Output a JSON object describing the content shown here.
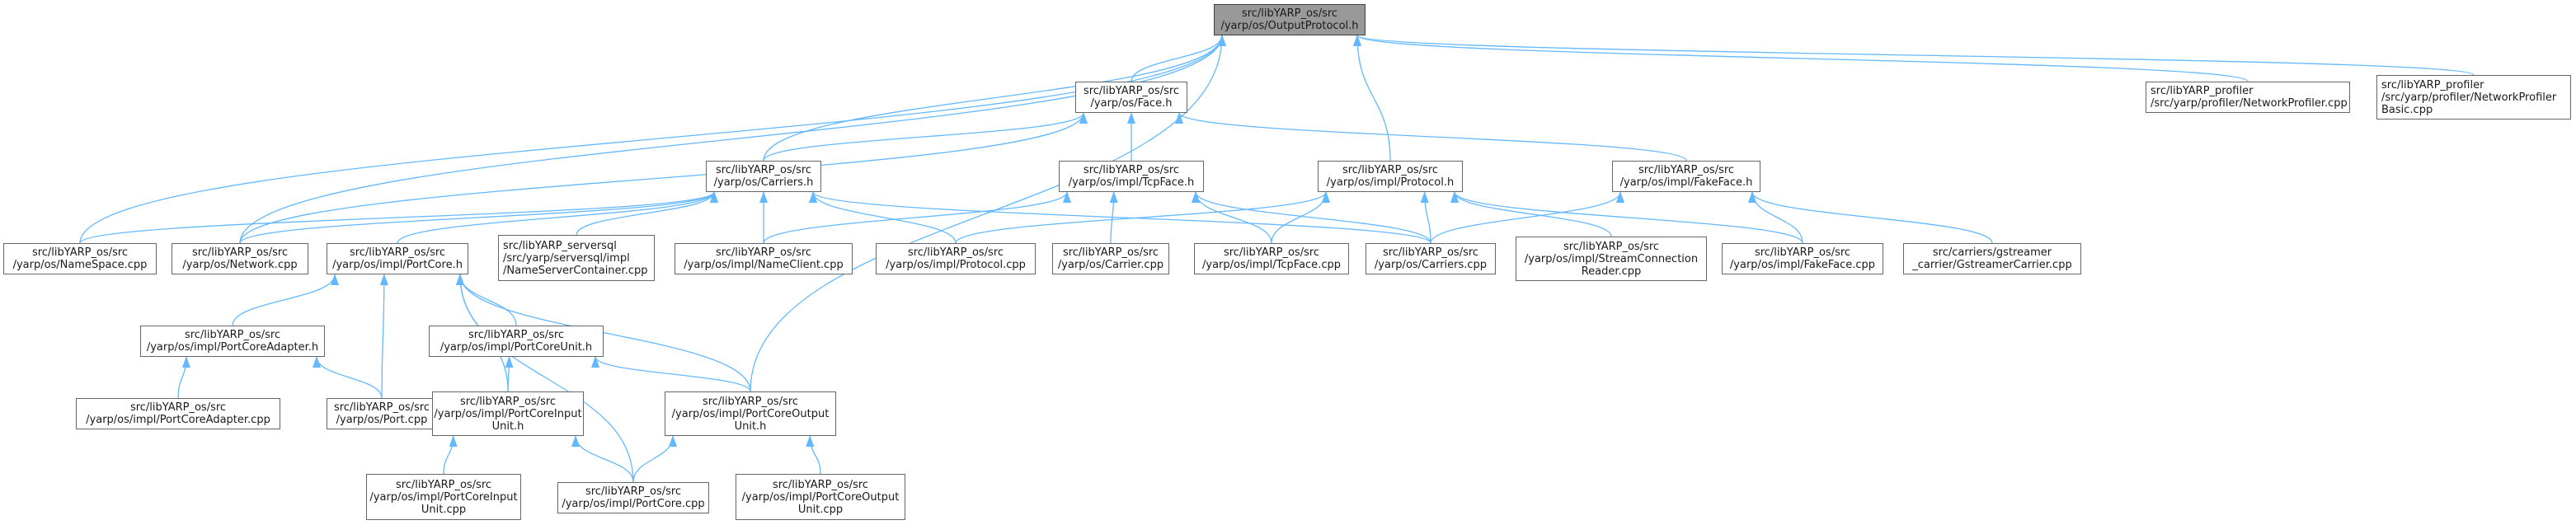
{
  "colors": {
    "edge": "#63b8ff",
    "node_border": "#666666",
    "root_fill": "#999999",
    "background": "#ffffff"
  },
  "nodes": {
    "outputprotocol_h": [
      "src/libYARP_os/src",
      "/yarp/os/OutputProtocol.h"
    ],
    "face_h": [
      "src/libYARP_os/src",
      "/yarp/os/Face.h"
    ],
    "networkprofiler_cpp": [
      "src/libYARP_profiler",
      "/src/yarp/profiler/NetworkProfiler.cpp"
    ],
    "networkprofilerbasic_cpp": [
      "src/libYARP_profiler",
      "/src/yarp/profiler/NetworkProfiler",
      "Basic.cpp"
    ],
    "carriers_h": [
      "src/libYARP_os/src",
      "/yarp/os/Carriers.h"
    ],
    "tcpface_h": [
      "src/libYARP_os/src",
      "/yarp/os/impl/TcpFace.h"
    ],
    "protocol_h": [
      "src/libYARP_os/src",
      "/yarp/os/impl/Protocol.h"
    ],
    "fakeface_h": [
      "src/libYARP_os/src",
      "/yarp/os/impl/FakeFace.h"
    ],
    "namespace_cpp": [
      "src/libYARP_os/src",
      "/yarp/os/NameSpace.cpp"
    ],
    "network_cpp": [
      "src/libYARP_os/src",
      "/yarp/os/Network.cpp"
    ],
    "portcore_h": [
      "src/libYARP_os/src",
      "/yarp/os/impl/PortCore.h"
    ],
    "nameservercontainer_cpp": [
      "src/libYARP_serversql",
      "/src/yarp/serversql/impl",
      "/NameServerContainer.cpp"
    ],
    "nameclient_cpp": [
      "src/libYARP_os/src",
      "/yarp/os/impl/NameClient.cpp"
    ],
    "protocol_cpp": [
      "src/libYARP_os/src",
      "/yarp/os/impl/Protocol.cpp"
    ],
    "carrier_cpp": [
      "src/libYARP_os/src",
      "/yarp/os/Carrier.cpp"
    ],
    "tcpface_cpp": [
      "src/libYARP_os/src",
      "/yarp/os/impl/TcpFace.cpp"
    ],
    "carriers_cpp": [
      "src/libYARP_os/src",
      "/yarp/os/Carriers.cpp"
    ],
    "streamconnectionreader_cpp": [
      "src/libYARP_os/src",
      "/yarp/os/impl/StreamConnection",
      "Reader.cpp"
    ],
    "fakeface_cpp": [
      "src/libYARP_os/src",
      "/yarp/os/impl/FakeFace.cpp"
    ],
    "gstreamercarrier_cpp": [
      "src/carriers/gstreamer",
      "_carrier/GstreamerCarrier.cpp"
    ],
    "portcoreadapter_h": [
      "src/libYARP_os/src",
      "/yarp/os/impl/PortCoreAdapter.h"
    ],
    "portcoreunit_h": [
      "src/libYARP_os/src",
      "/yarp/os/impl/PortCoreUnit.h"
    ],
    "portcoreadapter_cpp": [
      "src/libYARP_os/src",
      "/yarp/os/impl/PortCoreAdapter.cpp"
    ],
    "port_cpp": [
      "src/libYARP_os/src",
      "/yarp/os/Port.cpp"
    ],
    "portcoreinputunit_h": [
      "src/libYARP_os/src",
      "/yarp/os/impl/PortCoreInput",
      "Unit.h"
    ],
    "portcoreoutputunit_h": [
      "src/libYARP_os/src",
      "/yarp/os/impl/PortCoreOutput",
      "Unit.h"
    ],
    "portcoreinputunit_cpp": [
      "src/libYARP_os/src",
      "/yarp/os/impl/PortCoreInput",
      "Unit.cpp"
    ],
    "portcore_cpp": [
      "src/libYARP_os/src",
      "/yarp/os/impl/PortCore.cpp"
    ],
    "portcoreoutputunit_cpp": [
      "src/libYARP_os/src",
      "/yarp/os/impl/PortCoreOutput",
      "Unit.cpp"
    ]
  },
  "edges": [
    [
      "face_h",
      "outputprotocol_h"
    ],
    [
      "networkprofiler_cpp",
      "outputprotocol_h"
    ],
    [
      "networkprofilerbasic_cpp",
      "outputprotocol_h"
    ],
    [
      "carriers_h",
      "outputprotocol_h"
    ],
    [
      "protocol_h",
      "outputprotocol_h"
    ],
    [
      "namespace_cpp",
      "outputprotocol_h"
    ],
    [
      "network_cpp",
      "outputprotocol_h"
    ],
    [
      "portcoreoutputunit_h",
      "outputprotocol_h"
    ],
    [
      "carriers_h",
      "face_h"
    ],
    [
      "tcpface_h",
      "face_h"
    ],
    [
      "fakeface_h",
      "face_h"
    ],
    [
      "network_cpp",
      "face_h"
    ],
    [
      "namespace_cpp",
      "carriers_h"
    ],
    [
      "network_cpp",
      "carriers_h"
    ],
    [
      "portcore_h",
      "carriers_h"
    ],
    [
      "nameservercontainer_cpp",
      "carriers_h"
    ],
    [
      "nameclient_cpp",
      "carriers_h"
    ],
    [
      "protocol_cpp",
      "carriers_h"
    ],
    [
      "carriers_cpp",
      "carriers_h"
    ],
    [
      "nameclient_cpp",
      "tcpface_h"
    ],
    [
      "carrier_cpp",
      "tcpface_h"
    ],
    [
      "tcpface_cpp",
      "tcpface_h"
    ],
    [
      "carriers_cpp",
      "tcpface_h"
    ],
    [
      "protocol_cpp",
      "protocol_h"
    ],
    [
      "tcpface_cpp",
      "protocol_h"
    ],
    [
      "carriers_cpp",
      "protocol_h"
    ],
    [
      "streamconnectionreader_cpp",
      "protocol_h"
    ],
    [
      "fakeface_cpp",
      "protocol_h"
    ],
    [
      "carriers_cpp",
      "fakeface_h"
    ],
    [
      "fakeface_cpp",
      "fakeface_h"
    ],
    [
      "gstreamercarrier_cpp",
      "fakeface_h"
    ],
    [
      "portcoreadapter_h",
      "portcore_h"
    ],
    [
      "port_cpp",
      "portcore_h"
    ],
    [
      "portcoreunit_h",
      "portcore_h"
    ],
    [
      "portcoreinputunit_h",
      "portcore_h"
    ],
    [
      "portcoreoutputunit_h",
      "portcore_h"
    ],
    [
      "portcore_cpp",
      "portcore_h"
    ],
    [
      "portcoreadapter_cpp",
      "portcoreadapter_h"
    ],
    [
      "port_cpp",
      "portcoreadapter_h"
    ],
    [
      "portcoreinputunit_h",
      "portcoreunit_h"
    ],
    [
      "portcoreoutputunit_h",
      "portcoreunit_h"
    ],
    [
      "portcoreinputunit_cpp",
      "portcoreinputunit_h"
    ],
    [
      "portcore_cpp",
      "portcoreinputunit_h"
    ],
    [
      "portcore_cpp",
      "portcoreoutputunit_h"
    ],
    [
      "portcoreoutputunit_cpp",
      "portcoreoutputunit_h"
    ]
  ]
}
